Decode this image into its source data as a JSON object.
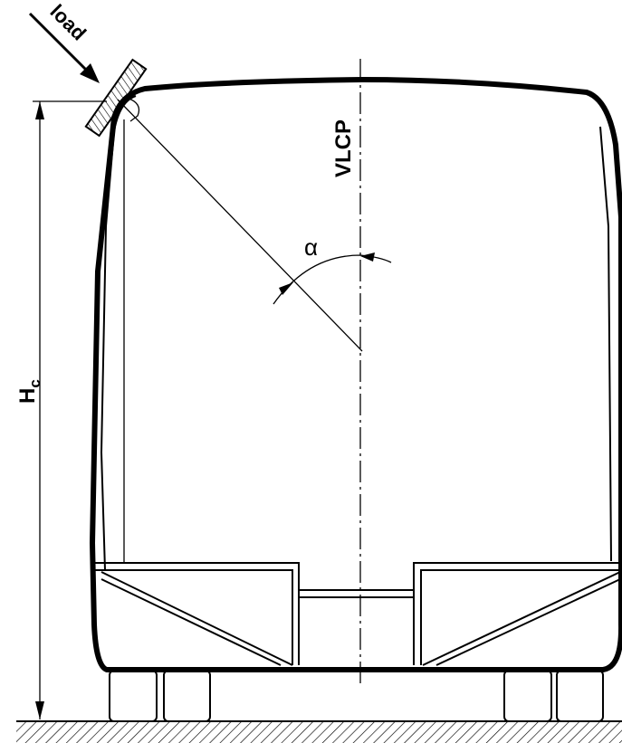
{
  "labels": {
    "load": "load",
    "centre_plane": "VLCP",
    "angle": "α",
    "height_main": "H",
    "height_sub": "c"
  },
  "colors": {
    "ink": "#000000",
    "paper": "#ffffff"
  }
}
